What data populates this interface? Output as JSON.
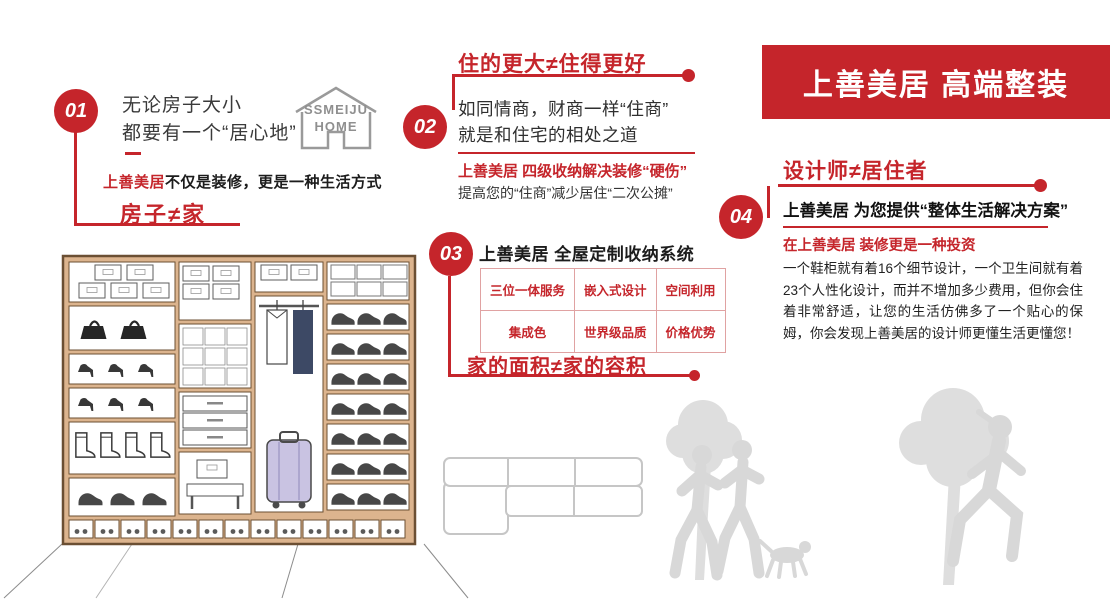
{
  "banner": {
    "title": "上善美居 高端整装"
  },
  "logo": {
    "name_top": "SSMEIJU",
    "name_bottom": "HOME"
  },
  "point1": {
    "number": "01",
    "heading_line1": "无论房子大小",
    "heading_line2": "都要有一个“居心地”",
    "slogan_highlight": "上善美居",
    "slogan_rest": "不仅是装修，更是一种生活方式",
    "tagline": "房子≠家"
  },
  "point2": {
    "number": "02",
    "header": "住的更大≠住得更好",
    "body_line1": "如同情商，财商一样“住商”",
    "body_line2": "就是和住宅的相处之道",
    "highlight": "上善美居 四级收纳解决装修“硬伤”",
    "note": "提高您的“住商”减少居住“二次公摊”"
  },
  "point3": {
    "number": "03",
    "title": "上善美居 全屋定制收纳系统",
    "table": [
      [
        "三位一体服务",
        "嵌入式设计",
        "空间利用"
      ],
      [
        "集成色",
        "世界级品质",
        "价格优势"
      ]
    ],
    "tagline": "家的面积≠家的容积"
  },
  "point4": {
    "number": "04",
    "header": "设计师≠居住者",
    "subtitle": "上善美居 为您提供“整体生活解决方案”",
    "invest_note": "在上善美居 装修更是一种投资",
    "paragraph": "一个鞋柜就有着16个细节设计，一个卫生间就有着23个人性化设计，而并不增加多少费用，但你会住着非常舒适，让您的生活仿佛多了一个贴心的保姆，你会发现上善美居的设计师更懂生活更懂您！"
  },
  "colors": {
    "accent": "#c5252b",
    "wardrobe_wood": "#dcb48e",
    "suit_navy": "#3d4965",
    "suitcase_purple": "#c9c3e2",
    "silhouette_gray": "#d8d8d8",
    "logo_gray": "#9a9a9a"
  }
}
